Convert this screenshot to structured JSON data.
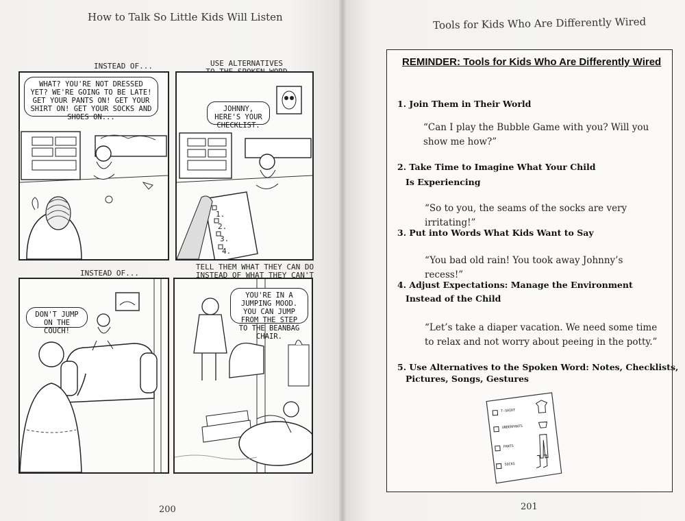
{
  "left_page": {
    "running_head": "How to Talk So Little Kids Will Listen",
    "page_number": "200",
    "panels": [
      {
        "caption": "INSTEAD OF...",
        "bubble": "WHAT? YOU'RE NOT DRESSED YET? WE'RE GOING TO BE LATE! GET YOUR PANTS ON! GET YOUR SHIRT ON! GET YOUR SOCKS AND SHOES ON..."
      },
      {
        "caption": "USE ALTERNATIVES TO THE SPOKEN WORD",
        "bubble": "JOHNNY, HERE'S YOUR CHECKLIST.",
        "checklist_numbers": [
          "1.",
          "2.",
          "3.",
          "4."
        ]
      },
      {
        "caption": "INSTEAD OF...",
        "bubble": "DON'T JUMP ON THE COUCH!"
      },
      {
        "caption": "TELL THEM WHAT THEY CAN DO INSTEAD OF WHAT THEY CAN'T",
        "bubble": "YOU'RE IN A JUMPING MOOD. YOU CAN JUMP FROM THE STEP TO THE BEANBAG CHAIR."
      }
    ]
  },
  "right_page": {
    "running_head": "Tools for Kids Who Are Differently Wired",
    "page_number": "201",
    "reminder_title": "REMINDER: Tools for Kids Who Are Differently Wired",
    "items": [
      {
        "heading_line1": "1. Join Them in Their World",
        "heading_line2": "",
        "quote": "“Can I play the Bubble Game with you? Will you show me how?”"
      },
      {
        "heading_line1": "2. Take Time to Imagine What Your Child",
        "heading_line2": "Is Experiencing",
        "quote": "“So to you, the seams of the socks are very irritating!”"
      },
      {
        "heading_line1": "3. Put into Words What Kids Want to Say",
        "heading_line2": "",
        "quote": "“You bad old rain! You took away Johnny’s recess!”"
      },
      {
        "heading_line1": "4. Adjust Expectations: Manage the Environment",
        "heading_line2": "Instead of the Child",
        "quote": "“Let’s take a diaper vacation. We need some time to relax and not worry about peeing in the potty.”"
      },
      {
        "heading_line1": "5. Use Alternatives to the Spoken Word: Notes, Checklists,",
        "heading_line2": "Pictures, Songs, Gestures",
        "quote": ""
      }
    ],
    "checklist_labels": [
      "T-SHIRT",
      "UNDERPANTS",
      "PANTS",
      "SOCKS"
    ]
  }
}
